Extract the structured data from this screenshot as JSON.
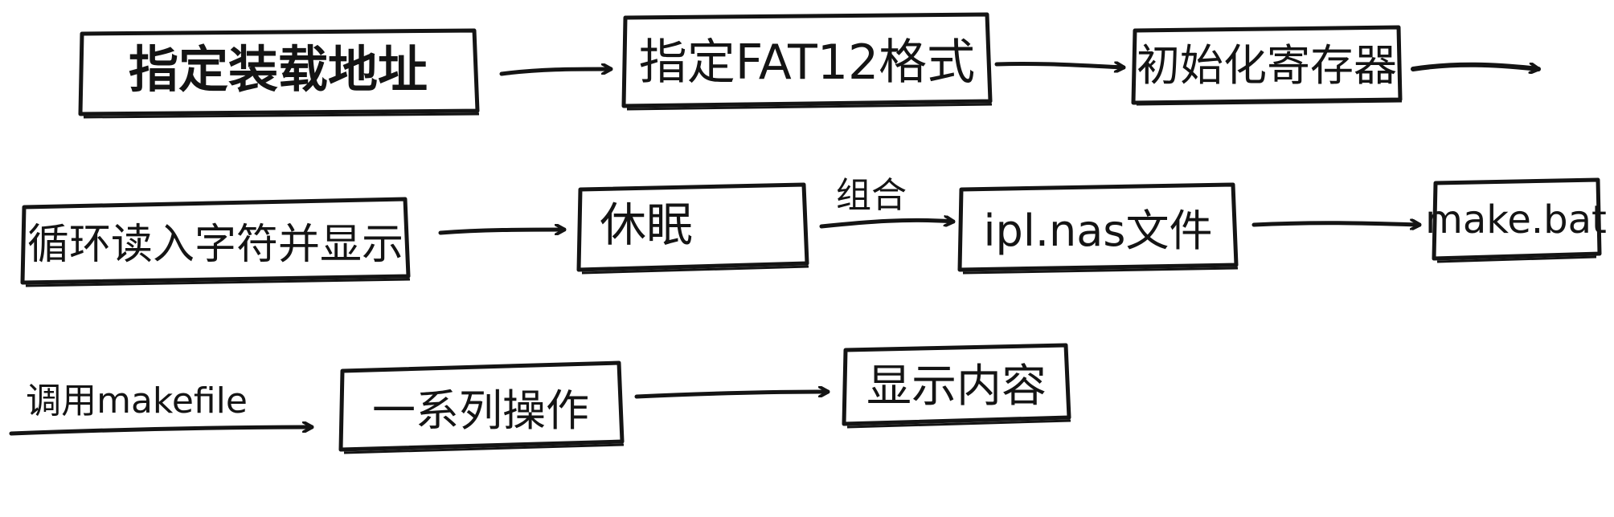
{
  "diagram": {
    "nodes": [
      {
        "id": "n1",
        "label": "指定装载地址"
      },
      {
        "id": "n2",
        "label": "指定FAT12格式"
      },
      {
        "id": "n3",
        "label": "初始化寄存器"
      },
      {
        "id": "n4",
        "label": "循环读入字符并显示"
      },
      {
        "id": "n5",
        "label": "休眠"
      },
      {
        "id": "n6",
        "label": "ipl.nas文件"
      },
      {
        "id": "n7",
        "label": "make.bat"
      },
      {
        "id": "n8",
        "label": "一系列操作"
      },
      {
        "id": "n9",
        "label": "显示内容"
      }
    ],
    "edges": [
      {
        "from": "n1",
        "to": "n2",
        "label": ""
      },
      {
        "from": "n2",
        "to": "n3",
        "label": ""
      },
      {
        "from": "n3",
        "to": "",
        "label": ""
      },
      {
        "from": "n4",
        "to": "n5",
        "label": ""
      },
      {
        "from": "n5",
        "to": "n6",
        "label": "组合"
      },
      {
        "from": "n6",
        "to": "n7",
        "label": ""
      },
      {
        "from": "",
        "to": "n8",
        "label": "调用makefile"
      },
      {
        "from": "n8",
        "to": "n9",
        "label": ""
      }
    ],
    "stroke_color": "#141414",
    "background_color": "#ffffff"
  }
}
